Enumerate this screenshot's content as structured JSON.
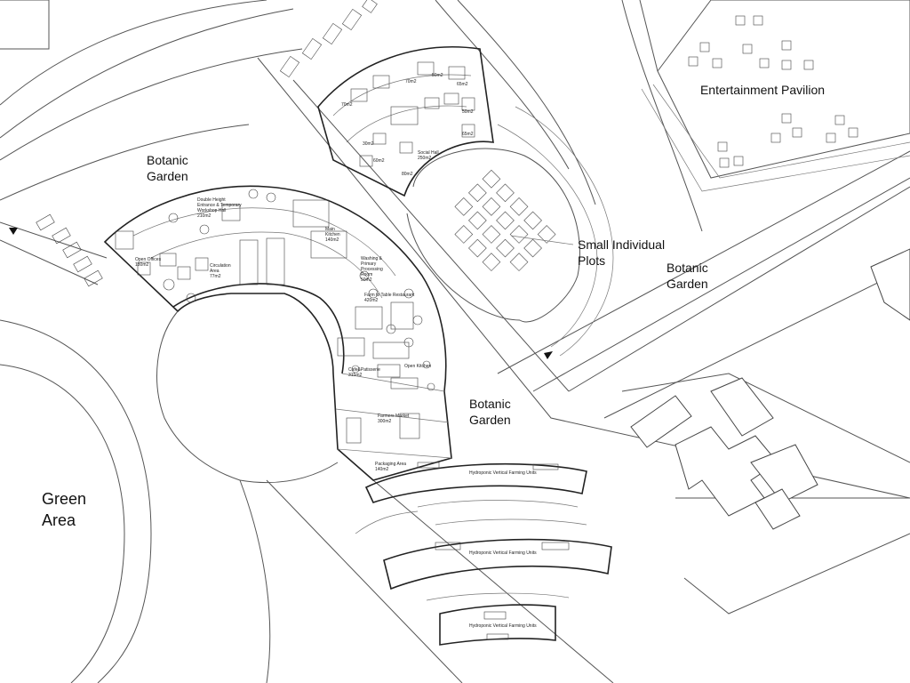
{
  "labels": {
    "entertainment_pavilion": "Entertainment Pavilion",
    "botanic_garden_nw_line1": "Botanic",
    "botanic_garden_nw_line2": "Garden",
    "small_individual_plots_line1": "Small Individual",
    "small_individual_plots_line2": "Plots",
    "botanic_garden_e_line1": "Botanic",
    "botanic_garden_e_line2": "Garden",
    "botanic_garden_s_line1": "Botanic",
    "botanic_garden_s_line2": "Garden",
    "green_area_line1": "Green",
    "green_area_line2": "Area"
  },
  "rooms": {
    "double_height_l1": "Double Height",
    "double_height_l2": "Entrance & Temporary",
    "double_height_l3": "Workshop Hall",
    "double_height_l4": "210m2",
    "open_offices_l1": "Open Offices",
    "open_offices_l2": "180m2",
    "circulation_l1": "Circulation",
    "circulation_l2": "Area",
    "circulation_l3": "77m2",
    "main_kitchen_l1": "Main",
    "main_kitchen_l2": "Kitchen",
    "main_kitchen_l3": "140m2",
    "washing_l1": "Washing &",
    "washing_l2": "Primary",
    "washing_l3": "Processing",
    "washing_l4": "Room",
    "washing_l5": "50m2",
    "farm_restaurant_l1": "Farm to Table Restaurant",
    "farm_restaurant_l2": "420m2",
    "cafe_l1": "Cafe&Patisserie",
    "cafe_l2": "315m2",
    "open_kitchen": "Open Kitchen",
    "farmers_market_l1": "Farmers Market",
    "farmers_market_l2": "300m2",
    "packaging_l1": "Packaging Area",
    "packaging_l2": "140m2",
    "social_hall_l1": "Social Hall",
    "social_hall_l2": "250m2",
    "unit_70": "70m2",
    "unit_50a": "50m2",
    "unit_65a": "65m2",
    "unit_65b": "65m2",
    "unit_30": "30m2",
    "unit_60": "60m2",
    "unit_80": "80m2",
    "hydroponic_1": "Hydroponic Vertical Farming Units",
    "hydroponic_2": "Hydroponic Vertical Farming Units",
    "hydroponic_3": "Hydroponic Vertical Farming Units"
  },
  "colors": {
    "background": "#ffffff",
    "linework": "#555555",
    "walls": "#222222",
    "text": "#111111"
  }
}
